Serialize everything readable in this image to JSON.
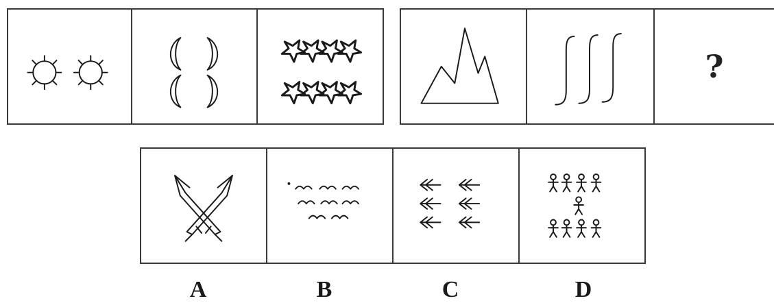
{
  "question": {
    "panels_group1": [
      {
        "icon": "two-spiked-circles"
      },
      {
        "icon": "four-crescent-moons"
      },
      {
        "icon": "eight-stars"
      }
    ],
    "panels_group2": [
      {
        "icon": "mountain-peaks"
      },
      {
        "icon": "three-s-curves"
      },
      {
        "text": "?"
      }
    ]
  },
  "options": [
    {
      "label": "A",
      "icon": "two-crossed-swords"
    },
    {
      "label": "B",
      "icon": "nine-birds"
    },
    {
      "label": "C",
      "icon": "six-double-arrows"
    },
    {
      "label": "D",
      "icon": "nine-stick-figures"
    }
  ],
  "colors": {
    "line": "#1a1a1a",
    "border": "#3a3a3a",
    "background": "#ffffff"
  }
}
